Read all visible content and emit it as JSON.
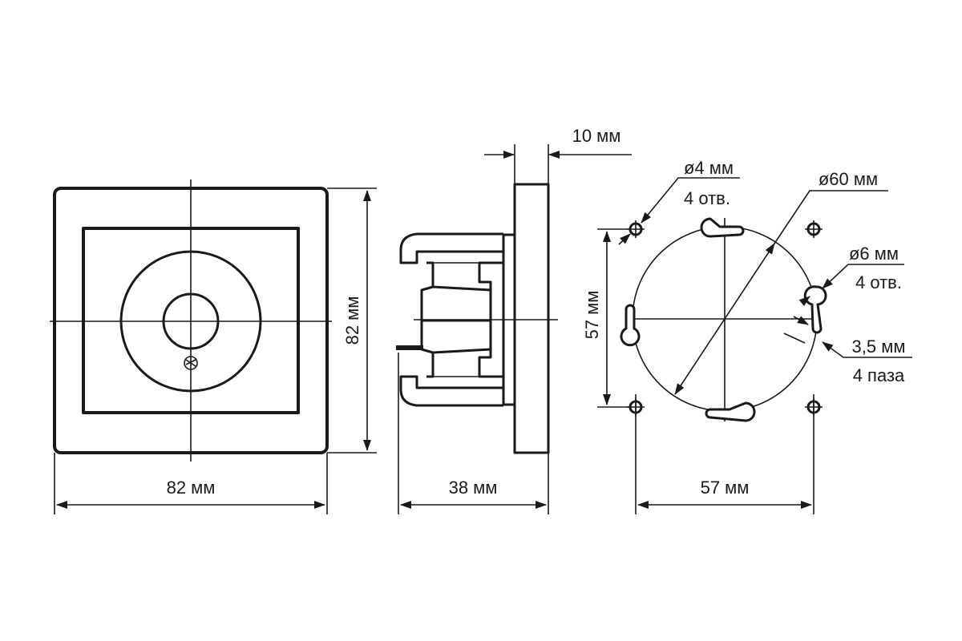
{
  "front_view": {
    "width_label": "82 мм",
    "height_label": "82 мм"
  },
  "side_view": {
    "depth_label": "38 мм",
    "frame_label": "10 мм"
  },
  "back_view": {
    "circle_dia_label": "ø60 мм",
    "hole4_dia_label": "ø4 мм",
    "hole4_count_label": "4 отв.",
    "hole6_dia_label": "ø6 мм",
    "hole6_count_label": "4 отв.",
    "slot_width_label": "3,5 мм",
    "slot_count_label": "4 паза",
    "spacing_h_label": "57 мм",
    "spacing_v_label": "57 мм"
  }
}
